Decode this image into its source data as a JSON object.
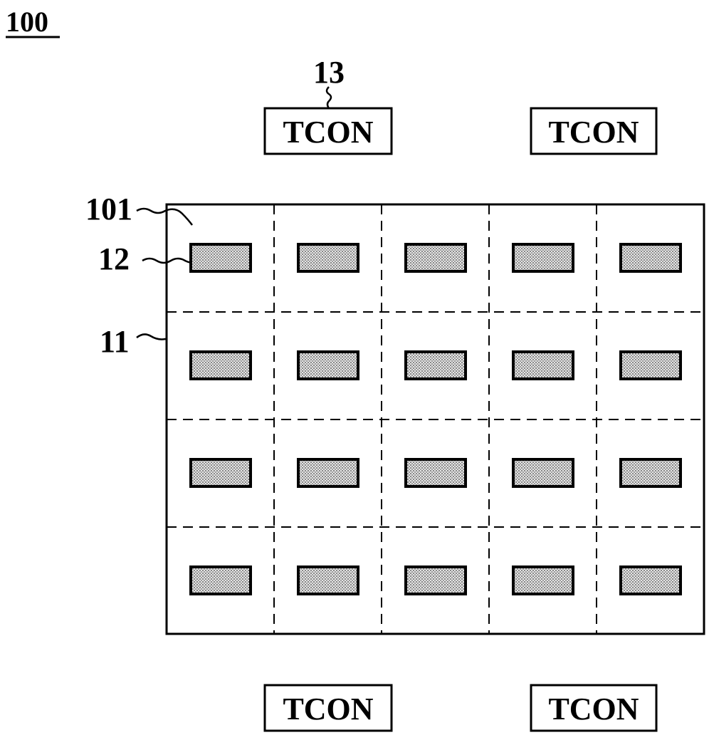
{
  "figure": {
    "number": "100"
  },
  "labels": {
    "tcon_ref": "13",
    "panel_ref": "101",
    "chip_ref": "12",
    "region_ref": "11"
  },
  "tcon_boxes": [
    {
      "label": "TCON"
    },
    {
      "label": "TCON"
    },
    {
      "label": "TCON"
    },
    {
      "label": "TCON"
    }
  ],
  "grid": {
    "rows": 4,
    "cols": 5
  },
  "colors": {
    "line": "#000000",
    "chip_fill": "#bdbdbd",
    "background": "#ffffff"
  }
}
